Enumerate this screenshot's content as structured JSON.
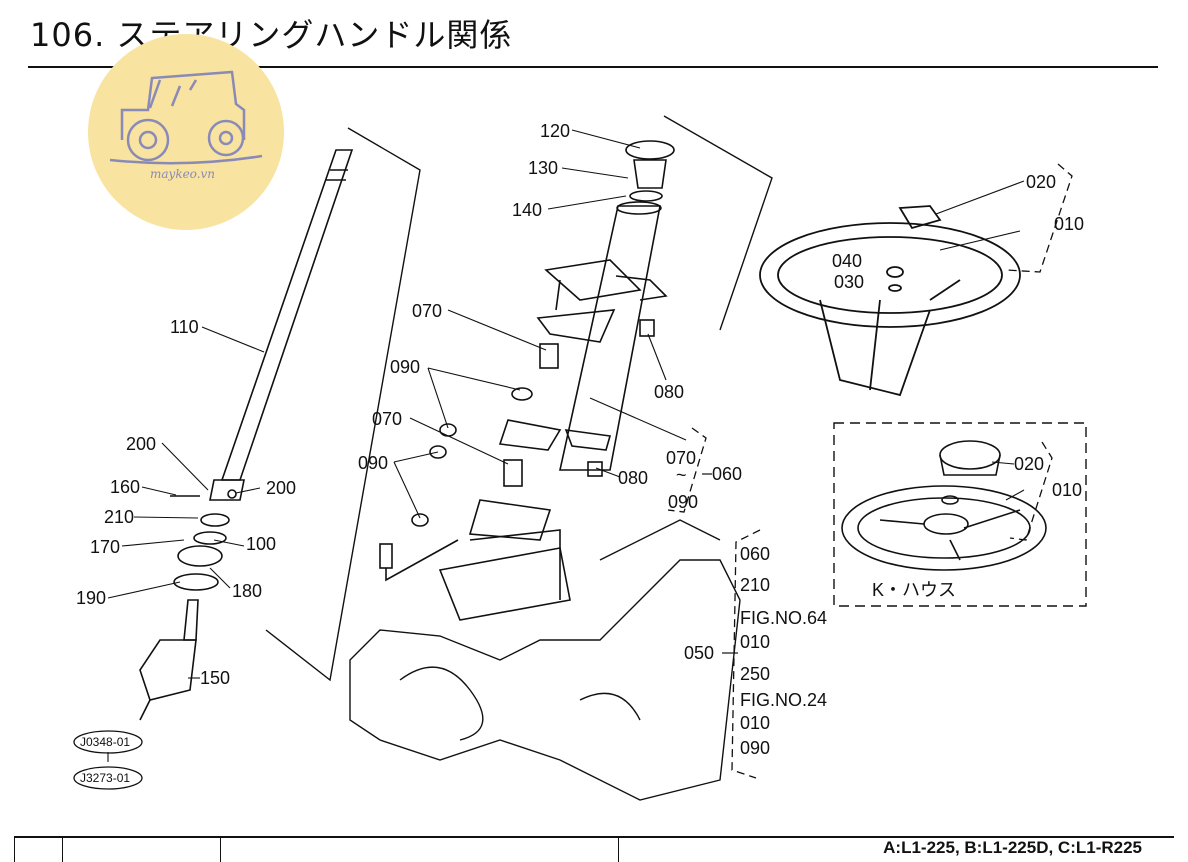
{
  "header": {
    "title": "106. ステアリングハンドル関係"
  },
  "logo": {
    "text": "maykeo.vn",
    "circle_color": "#f8e3a0",
    "icon_color": "#8a8ab8",
    "icon": "tractor-icon"
  },
  "parts": {
    "p110": "110",
    "p120": "120",
    "p130": "130",
    "p140": "140",
    "p070a": "070",
    "p070b": "070",
    "p090a": "090",
    "p090b": "090",
    "p080a": "080",
    "p080b": "080",
    "p070_060": "070",
    "p090_060": "090",
    "p060": "060",
    "p020a": "020",
    "p010a": "010",
    "p040": "040",
    "p030": "030",
    "p020b": "020",
    "p010b": "010",
    "p200a": "200",
    "p160": "160",
    "p200b": "200",
    "p210": "210",
    "p170": "170",
    "p100": "100",
    "p180": "180",
    "p190": "190",
    "p150": "150",
    "p050": "050",
    "tilde_060": "~"
  },
  "refs": {
    "r1": "060",
    "r2": "210",
    "r3": "FIG.NO.64",
    "r4": "010",
    "r5": "250",
    "r6": "FIG.NO.24",
    "r7": "010",
    "r8": "090"
  },
  "codes": {
    "c1": "J0348-01",
    "c2": "J3273-01"
  },
  "inset": {
    "label": "K・ハウス"
  },
  "footer": {
    "models": "A:L1-225, B:L1-225D, C:L1-R225"
  }
}
